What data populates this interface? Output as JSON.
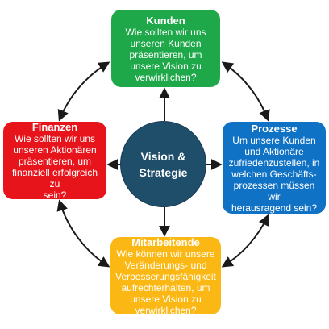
{
  "center": {
    "line1": "Vision &",
    "line2": "Strategie",
    "color": "#1f4e6b"
  },
  "boxes": {
    "kunden": {
      "title": "Kunden",
      "lines": [
        "Wie sollten wir uns",
        "unseren Kunden",
        "präsentieren, um",
        "unsere Vision zu",
        "verwirklichen?"
      ],
      "color": "#1fa84a"
    },
    "finanzen": {
      "title": "Finanzen",
      "lines": [
        "Wie sollten wir uns",
        "unseren Aktionären",
        "präsentieren, um",
        "finanziell erfolgreich zu",
        "sein?"
      ],
      "color": "#e8141b"
    },
    "prozesse": {
      "title": "Prozesse",
      "lines": [
        "Um unsere Kunden",
        "und Aktionäre",
        "zufriedenzustellen, in",
        "welchen Geschäfts-",
        "prozessen müssen wir",
        "herausragend sein?"
      ],
      "color": "#1072c5"
    },
    "mitarbeitende": {
      "title": "Mitarbeitende",
      "lines": [
        "Wie können wir unsere",
        "Veränderungs- und",
        "Verbesserungsfähigkeit",
        "aufrechterhalten, um",
        "unsere Vision zu",
        "verwirklichen?"
      ],
      "color": "#fbb814"
    }
  },
  "connector_color": "#1a1a1a"
}
